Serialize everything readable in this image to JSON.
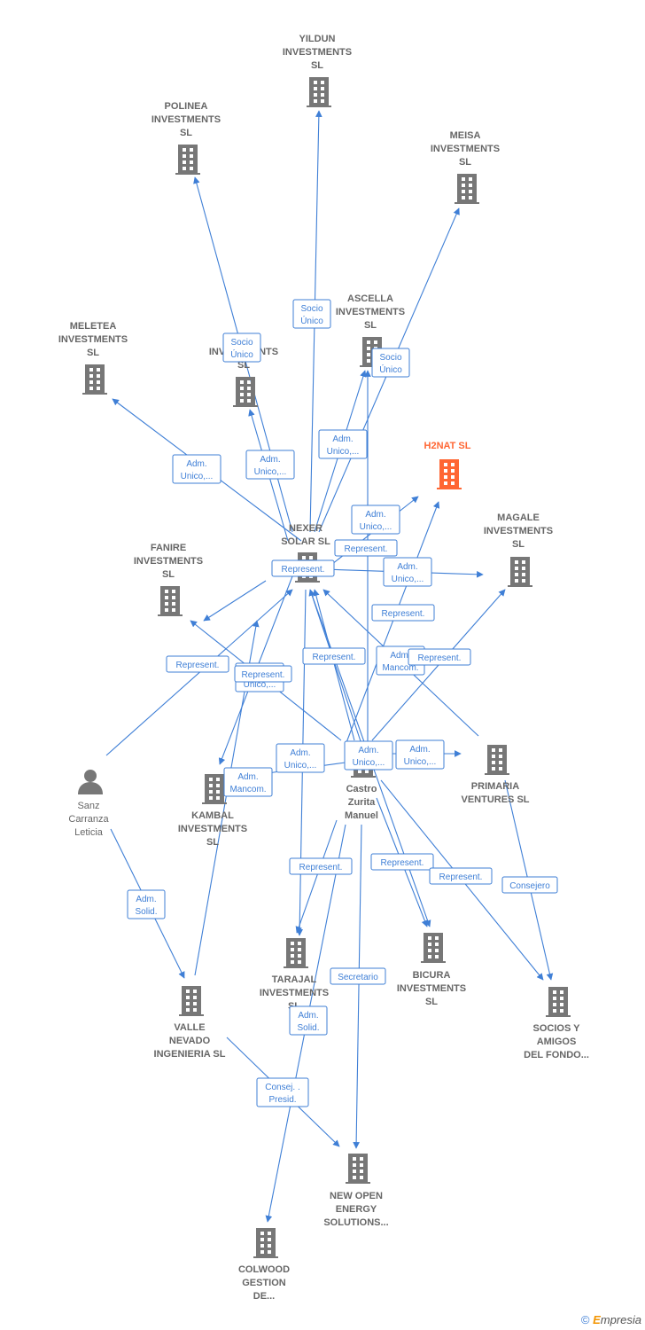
{
  "colors": {
    "edge": "#3f7fd6",
    "building": "#777777",
    "building_highlight": "#ff6633",
    "label": "#666666",
    "label_highlight": "#ff6633"
  },
  "footer": {
    "copyright": "©",
    "brand_e": "E",
    "brand_rest": "mpresia"
  },
  "nodes": [
    {
      "id": "yildun",
      "type": "company",
      "label": [
        "YILDUN",
        "INVESTMENTS",
        "SL"
      ]
    },
    {
      "id": "polinea",
      "type": "company",
      "label": [
        "POLINEA",
        "INVESTMENTS",
        "SL"
      ]
    },
    {
      "id": "meisa",
      "type": "company",
      "label": [
        "MEISA",
        "INVESTMENTS",
        "SL"
      ]
    },
    {
      "id": "ascella",
      "type": "company",
      "label": [
        "ASCELLA",
        "INVESTMENTS",
        "SL"
      ]
    },
    {
      "id": "meletea",
      "type": "company",
      "label": [
        "MELETEA",
        "INVESTMENTS",
        "SL"
      ]
    },
    {
      "id": "hidden",
      "type": "company",
      "label": [
        "…",
        "INVESTMENTS",
        "SL"
      ]
    },
    {
      "id": "h2nat",
      "type": "company",
      "label": [
        "H2NAT  SL"
      ],
      "highlight": true
    },
    {
      "id": "magale",
      "type": "company",
      "label": [
        "MAGALE",
        "INVESTMENTS",
        "SL"
      ]
    },
    {
      "id": "nexer",
      "type": "company",
      "label": [
        "NEXER",
        "SOLAR  SL"
      ]
    },
    {
      "id": "fanire",
      "type": "company",
      "label": [
        "FANIRE",
        "INVESTMENTS",
        "SL"
      ]
    },
    {
      "id": "primaria",
      "type": "company",
      "label": [
        "PRIMARIA",
        "VENTURES SL"
      ]
    },
    {
      "id": "castro",
      "type": "company",
      "label": [
        "Castro",
        "Zurita",
        "Manuel"
      ]
    },
    {
      "id": "sanz",
      "type": "person",
      "label": [
        "Sanz",
        "Carranza",
        "Leticia"
      ]
    },
    {
      "id": "kambal",
      "type": "company",
      "label": [
        "KAMBAL",
        "INVESTMENTS",
        "SL"
      ]
    },
    {
      "id": "tarajal",
      "type": "company",
      "label": [
        "TARAJAL",
        "INVESTMENTS",
        "SL"
      ]
    },
    {
      "id": "bicura",
      "type": "company",
      "label": [
        "BICURA",
        "INVESTMENTS",
        "SL"
      ]
    },
    {
      "id": "socios",
      "type": "company",
      "label": [
        "SOCIOS Y",
        "AMIGOS",
        "DEL FONDO..."
      ]
    },
    {
      "id": "valle",
      "type": "company",
      "label": [
        "VALLE",
        "NEVADO",
        "INGENIERIA SL"
      ]
    },
    {
      "id": "newopen",
      "type": "company",
      "label": [
        "NEW OPEN",
        "ENERGY",
        "SOLUTIONS..."
      ]
    },
    {
      "id": "colwood",
      "type": "company",
      "label": [
        "COLWOOD",
        "GESTION",
        "DE..."
      ]
    }
  ],
  "relations": [
    {
      "id": "r_socio_yildun",
      "lines": [
        "Socio",
        "Único"
      ]
    },
    {
      "id": "r_socio_polinea",
      "lines": [
        "Socio",
        "Único"
      ]
    },
    {
      "id": "r_socio_meisa",
      "lines": [
        "Socio",
        "Único"
      ]
    },
    {
      "id": "r_adm_ascella",
      "lines": [
        "Adm.",
        "Unico,..."
      ]
    },
    {
      "id": "r_adm_meletea",
      "lines": [
        "Adm.",
        "Unico,..."
      ]
    },
    {
      "id": "r_adm_hidden",
      "lines": [
        "Adm.",
        "Unico,..."
      ]
    },
    {
      "id": "r_adm_h2nat",
      "lines": [
        "Adm.",
        "Unico,..."
      ]
    },
    {
      "id": "r_rep_nexer1",
      "lines": [
        "Represent."
      ]
    },
    {
      "id": "r_rep_nexer2",
      "lines": [
        "Represent."
      ]
    },
    {
      "id": "r_adm_magale",
      "lines": [
        "Adm.",
        "Unico,..."
      ]
    },
    {
      "id": "r_rep_nexer3",
      "lines": [
        "Represent."
      ]
    },
    {
      "id": "r_rep_sanz",
      "lines": [
        "Represent."
      ]
    },
    {
      "id": "r_adm_fanire",
      "lines": [
        "Adm.",
        "Unico,..."
      ]
    },
    {
      "id": "r_rep_nexer4",
      "lines": [
        "Represent."
      ]
    },
    {
      "id": "r_rep_nexer5",
      "lines": [
        "Represent."
      ]
    },
    {
      "id": "r_adm_mancom1",
      "lines": [
        "Adm.",
        "Mancom."
      ]
    },
    {
      "id": "r_rep_nexer6",
      "lines": [
        "Represent."
      ]
    },
    {
      "id": "r_adm_castro1",
      "lines": [
        "Adm.",
        "Unico,..."
      ]
    },
    {
      "id": "r_adm_castro2",
      "lines": [
        "Adm.",
        "Unico,..."
      ]
    },
    {
      "id": "r_adm_primaria",
      "lines": [
        "Adm.",
        "Unico,..."
      ]
    },
    {
      "id": "r_adm_mancom2",
      "lines": [
        "Adm.",
        "Mancom."
      ]
    },
    {
      "id": "r_rep_tarajal",
      "lines": [
        "Represent."
      ]
    },
    {
      "id": "r_rep_bicura",
      "lines": [
        "Represent."
      ]
    },
    {
      "id": "r_rep_socios",
      "lines": [
        "Represent."
      ]
    },
    {
      "id": "r_consejero",
      "lines": [
        "Consejero"
      ]
    },
    {
      "id": "r_adm_solid1",
      "lines": [
        "Adm.",
        "Solid."
      ]
    },
    {
      "id": "r_secretario",
      "lines": [
        "Secretario"
      ]
    },
    {
      "id": "r_adm_solid2",
      "lines": [
        "Adm.",
        "Solid."
      ]
    },
    {
      "id": "r_consej_presid",
      "lines": [
        "Consej. .",
        "Presid."
      ]
    }
  ]
}
